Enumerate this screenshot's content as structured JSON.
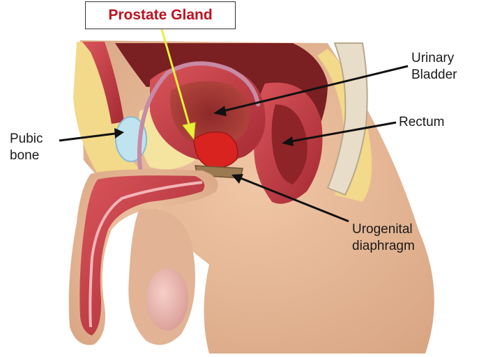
{
  "title": "Prostate Gland",
  "labels": {
    "urinary_bladder": [
      "Urinary",
      "Bladder"
    ],
    "rectum": "Rectum",
    "pubic_bone": [
      "Pubic",
      "bone"
    ],
    "urogenital_diaphragm": [
      "Urogenital",
      "diaphragm"
    ]
  },
  "colors": {
    "title": "#c0101e",
    "highlight_arrow": "#e8f03a",
    "arrows": "#111111",
    "prostate": "#d8231f",
    "diaphragm": "#9b7a52",
    "skin": "#e9bf9c",
    "fat": "#f3d98a",
    "muscle": "#c8434a"
  }
}
